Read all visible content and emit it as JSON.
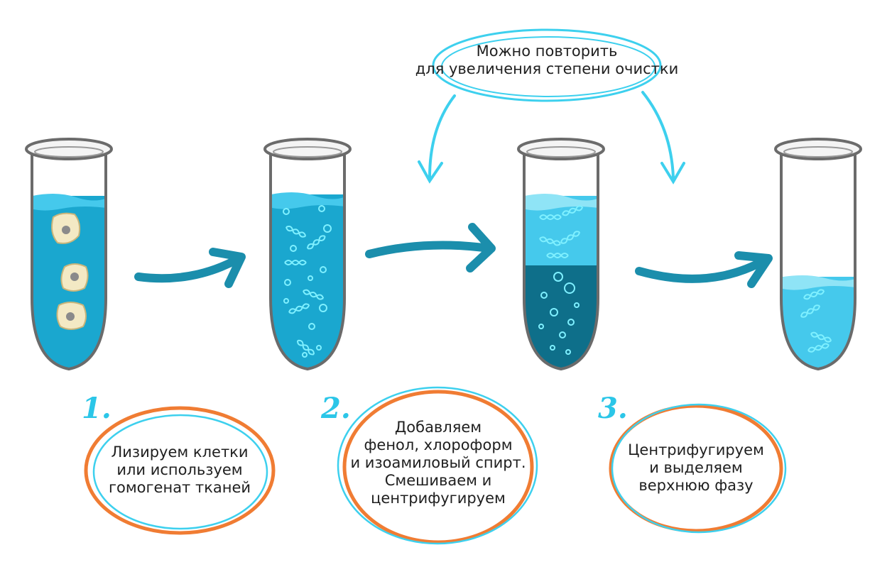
{
  "colors": {
    "liquid": "#1aa7cf",
    "liquid_dark": "#0e6f8a",
    "liquid_light": "#45c9ec",
    "arrow": "#1b8eac",
    "cyan_outline": "#3dd0ee",
    "orange_outline": "#f07c33",
    "tube_outline": "#6b6b6b",
    "cell": "#f3e9c4"
  },
  "repeat_note": {
    "lines": [
      "Можно повторить",
      "для увеличения степени очистки"
    ]
  },
  "steps": [
    {
      "number": "1.",
      "lines": [
        "Лизируем клетки",
        "или используем",
        "гомогенат тканей"
      ]
    },
    {
      "number": "2.",
      "lines": [
        "Добавляем",
        "фенол, хлороформ",
        "и изоамиловый спирт.",
        "Смешиваем и",
        "центрифугируем"
      ]
    },
    {
      "number": "3.",
      "lines": [
        "Центрифугируем",
        "и выделяем",
        "верхнюю фазу"
      ]
    }
  ]
}
